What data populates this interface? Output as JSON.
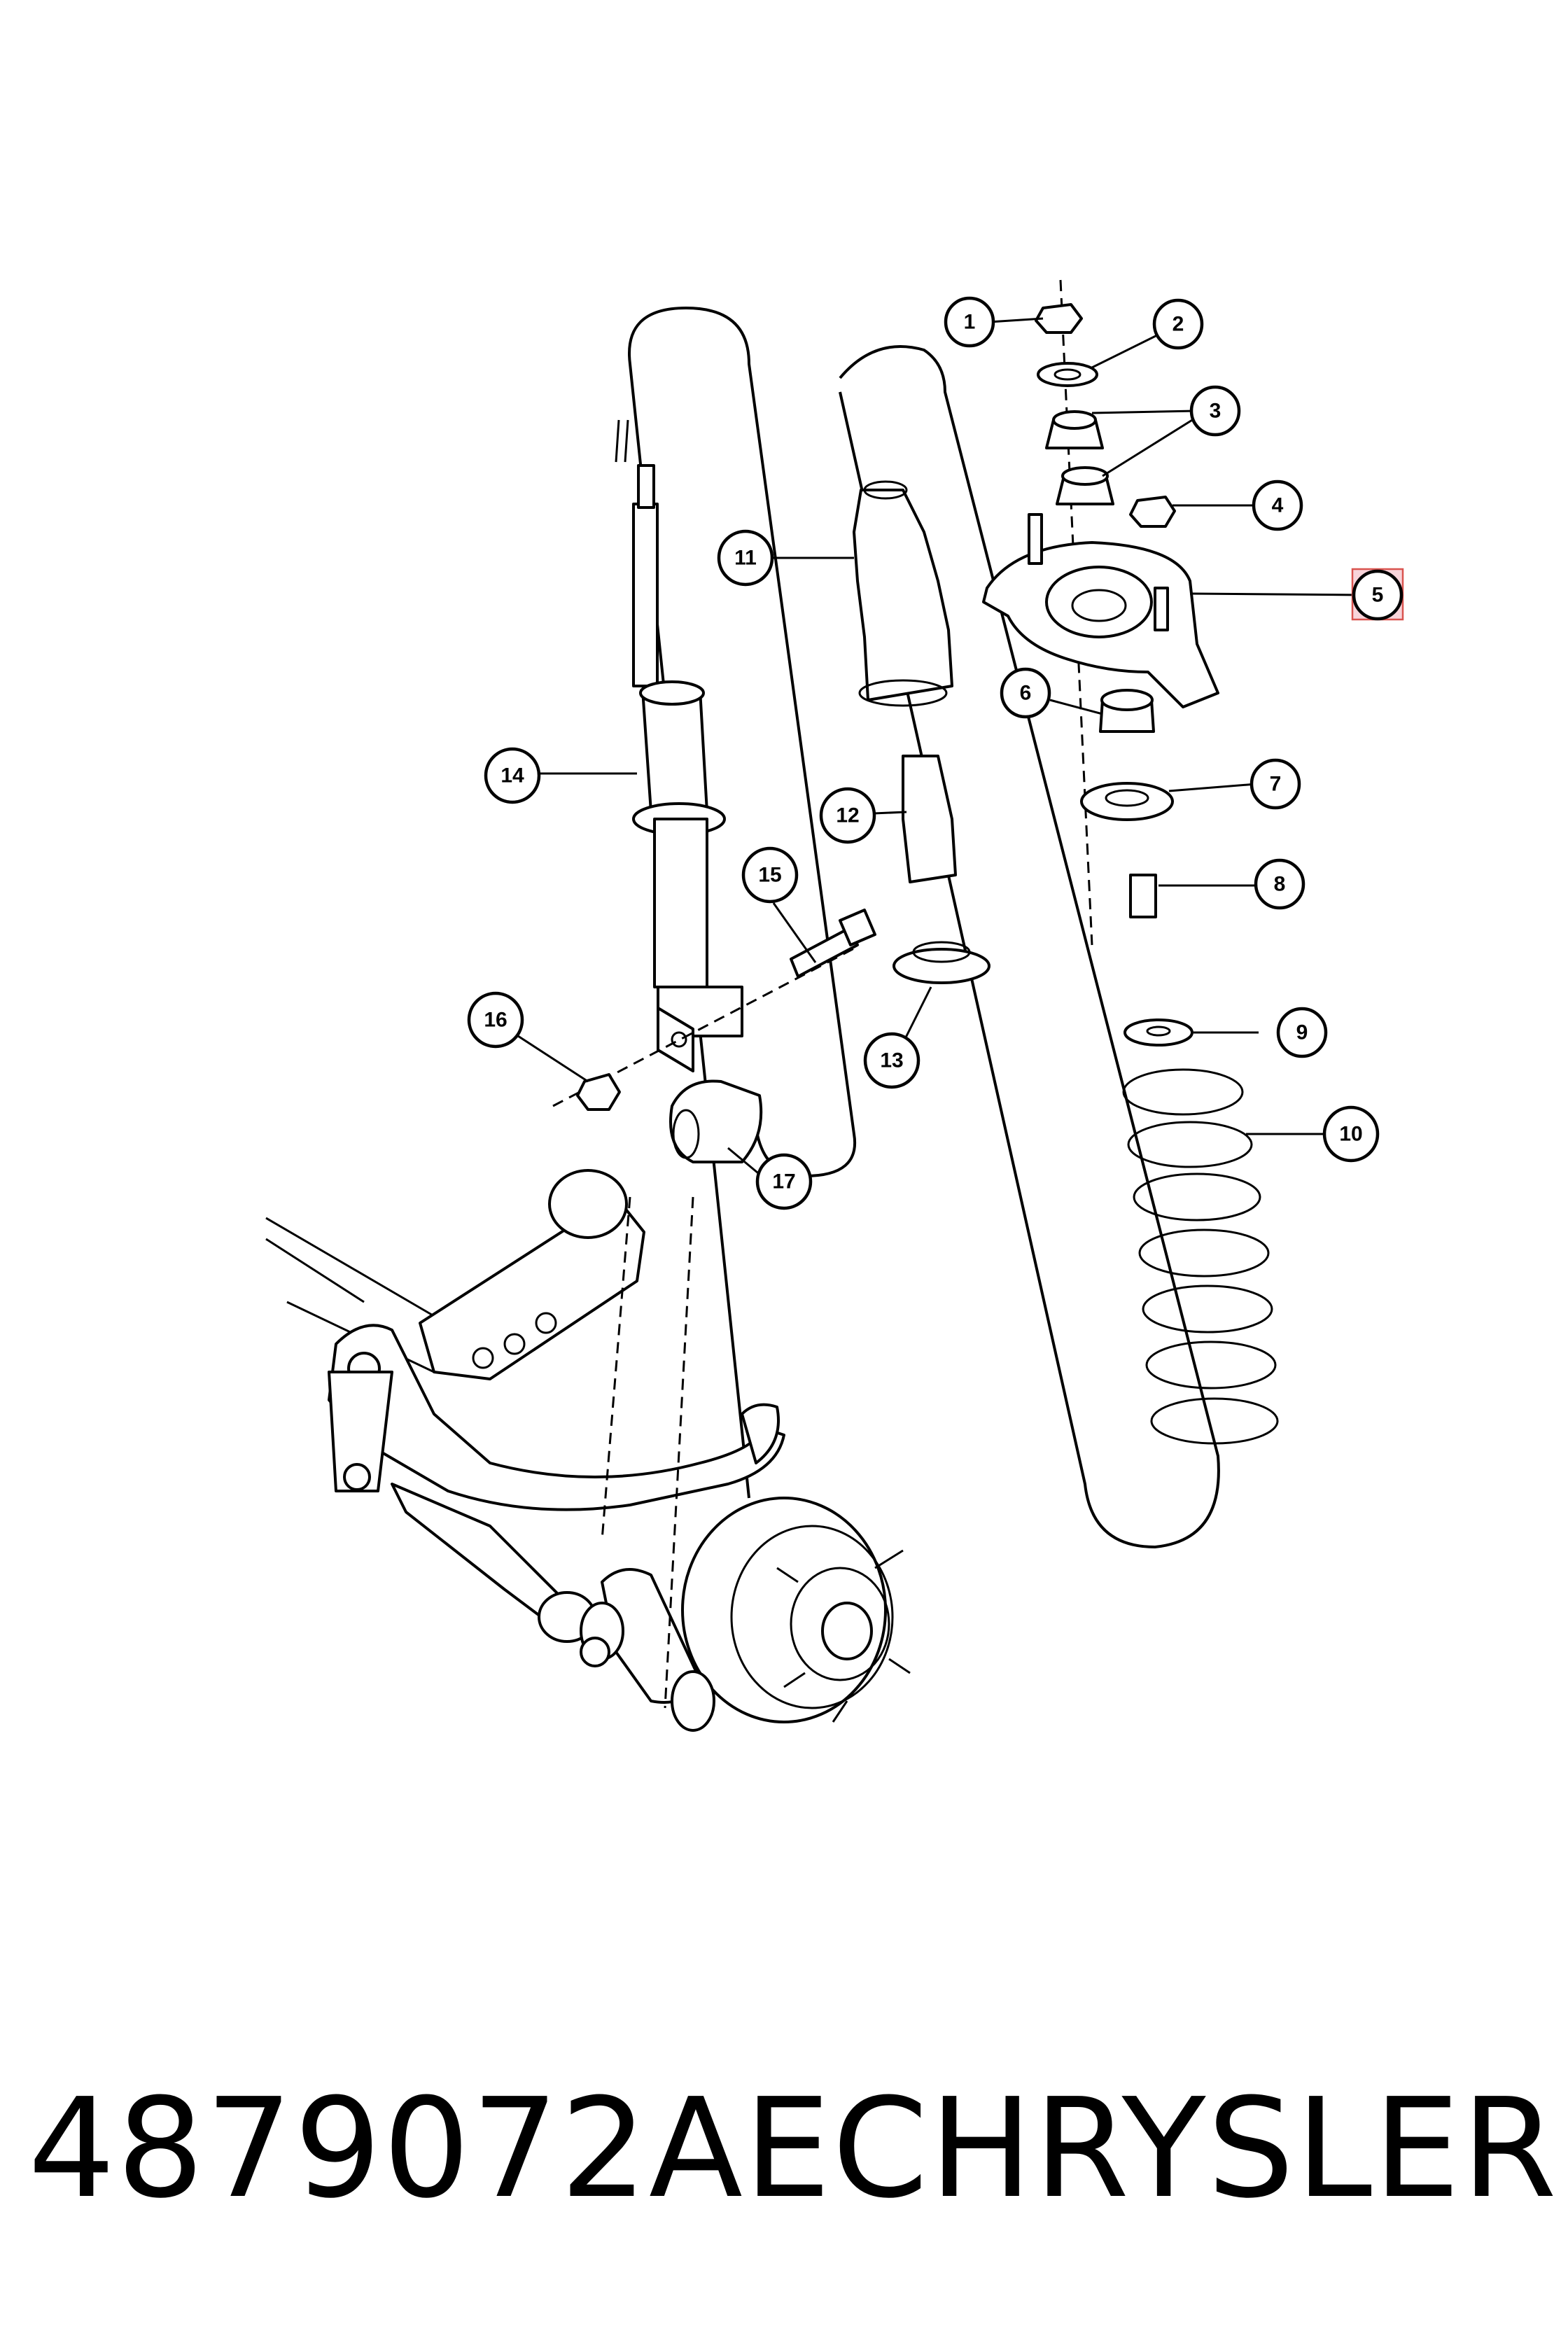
{
  "callouts": [
    {
      "n": "1"
    },
    {
      "n": "2"
    },
    {
      "n": "3"
    },
    {
      "n": "4"
    },
    {
      "n": "5",
      "highlighted": true
    },
    {
      "n": "6"
    },
    {
      "n": "7"
    },
    {
      "n": "8"
    },
    {
      "n": "9"
    },
    {
      "n": "10"
    },
    {
      "n": "11"
    },
    {
      "n": "12"
    },
    {
      "n": "13"
    },
    {
      "n": "14"
    },
    {
      "n": "15"
    },
    {
      "n": "16"
    },
    {
      "n": "17"
    }
  ],
  "caption": {
    "part_number": "4879072AE",
    "brand": "CHRYSLER"
  },
  "colors": {
    "highlight_fill": "#f8d4da",
    "highlight_stroke": "#d9534f",
    "line": "#000000"
  }
}
